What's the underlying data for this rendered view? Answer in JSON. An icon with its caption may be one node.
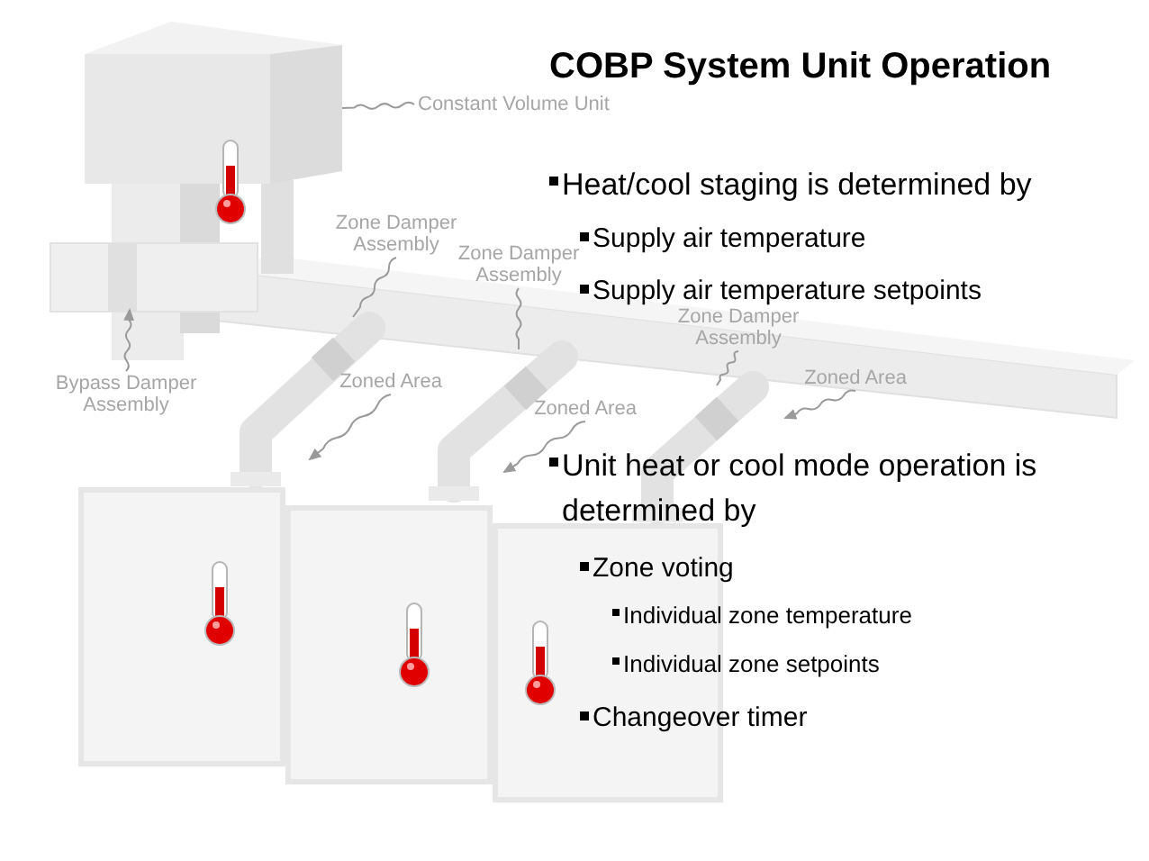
{
  "diagram": {
    "title": "COBP System Unit Operation",
    "nodes": [
      {
        "text": [
          "Constant Volume Unit"
        ]
      },
      {
        "text": [
          "Zone Damper Assembly"
        ]
      },
      {
        "text": [
          "Zone Damper Assembly"
        ]
      },
      {
        "text": [
          "Zone Damper Assembly"
        ]
      },
      {
        "text": [
          "Bypass Damper Assembly"
        ]
      },
      {
        "text": [
          "Zoned Area"
        ]
      },
      {
        "text": [
          "Zoned Area"
        ]
      },
      {
        "text": [
          "Zoned Area"
        ]
      }
    ],
    "edges": [
      {
        "from": 0,
        "to": null,
        "arrow": "none"
      },
      {
        "from": 1,
        "to": null,
        "arrow": "none"
      },
      {
        "from": 2,
        "to": null,
        "arrow": "none"
      },
      {
        "from": 3,
        "to": null,
        "arrow": "none"
      },
      {
        "from": 4,
        "to": null,
        "arrow": "to"
      },
      {
        "from": 5,
        "to": null,
        "arrow": "to"
      },
      {
        "from": 6,
        "to": null,
        "arrow": "to"
      },
      {
        "from": 7,
        "to": null,
        "arrow": "to"
      }
    ],
    "labels": [
      "Heat/cool staging is determined by",
      "Supply air temperature",
      "Supply air temperature setpoints",
      "Unit heat or cool mode operation is determined by",
      "Zone voting",
      "Individual zone temperature",
      "Individual zone setpoints",
      "Changeover timer"
    ]
  }
}
